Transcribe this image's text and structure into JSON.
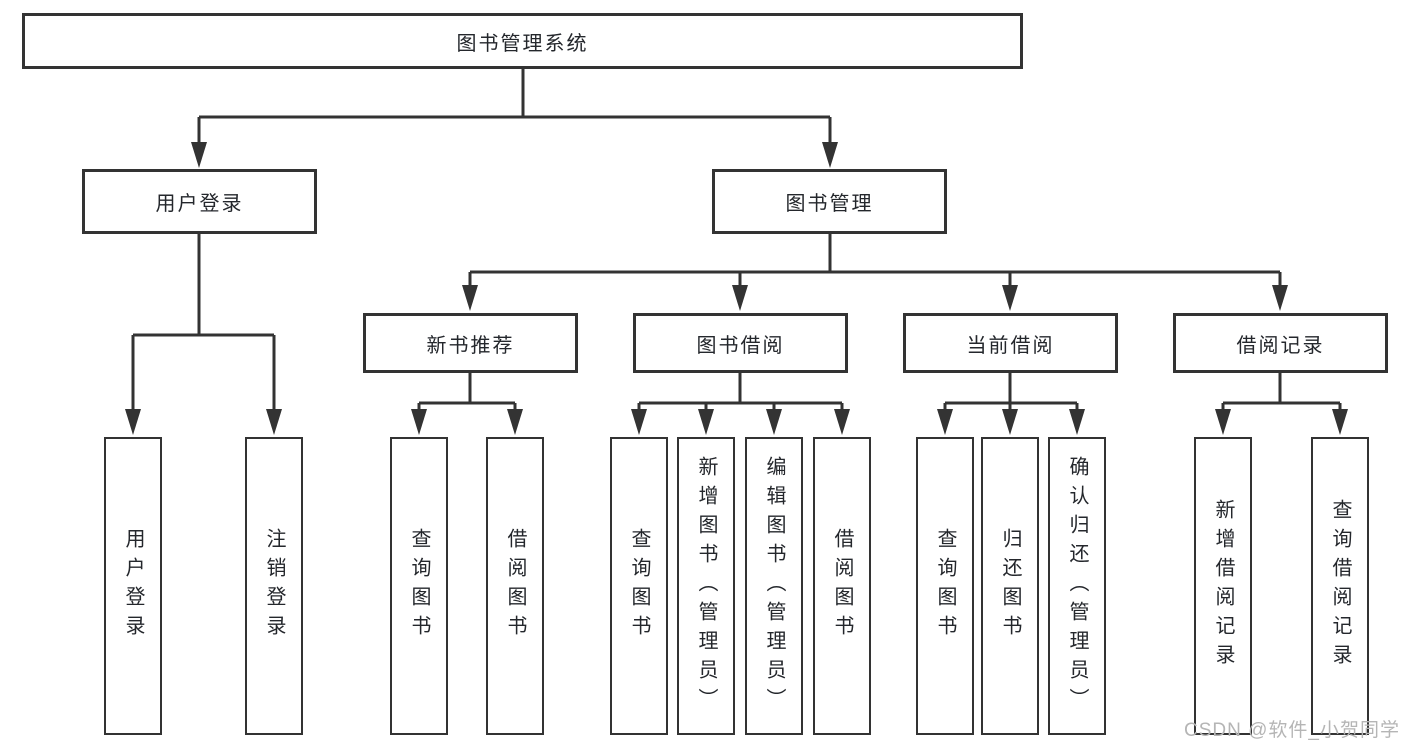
{
  "diagram": {
    "root": {
      "label": "图书管理系统"
    },
    "level2": [
      {
        "label": "用户登录"
      },
      {
        "label": "图书管理"
      }
    ],
    "level3": [
      {
        "label": "新书推荐"
      },
      {
        "label": "图书借阅"
      },
      {
        "label": "当前借阅"
      },
      {
        "label": "借阅记录"
      }
    ],
    "leaves": {
      "user_login": [
        {
          "label": "用户登录"
        },
        {
          "label": "注销登录"
        }
      ],
      "new_book": [
        {
          "label": "查询图书"
        },
        {
          "label": "借阅图书"
        }
      ],
      "book_borrow": [
        {
          "label": "查询图书"
        },
        {
          "label": "新增图书（管理员）"
        },
        {
          "label": "编辑图书（管理员）"
        },
        {
          "label": "借阅图书"
        }
      ],
      "current_borrow": [
        {
          "label": "查询图书"
        },
        {
          "label": "归还图书"
        },
        {
          "label": "确认归还（管理员）"
        }
      ],
      "borrow_records": [
        {
          "label": "新增借阅记录"
        },
        {
          "label": "查询借阅记录"
        }
      ]
    },
    "watermark": "CSDN @软件_小贺同学",
    "colors": {
      "line": "#333333",
      "box_border": "#333333",
      "text": "#24272c",
      "watermark": "#b5b5b5",
      "background": "#ffffff"
    }
  }
}
